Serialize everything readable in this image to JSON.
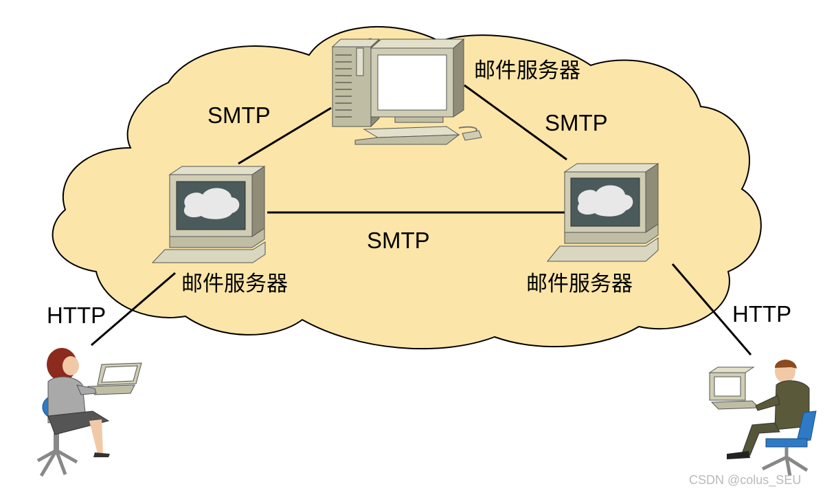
{
  "labels": {
    "mail_server_top": "邮件服务器",
    "mail_server_left": "邮件服务器",
    "mail_server_right": "邮件服务器",
    "smtp_left": "SMTP",
    "smtp_right": "SMTP",
    "smtp_middle": "SMTP",
    "http_left": "HTTP",
    "http_right": "HTTP"
  },
  "watermark": "CSDN @colus_SEU",
  "colors": {
    "cloud_fill": "#fbe5a8",
    "cloud_stroke": "#000000",
    "computer_body": "#cfcdb4",
    "computer_shadow": "#8f8d78",
    "screen_dark": "#4b5a5a",
    "screen_light": "#ffffff",
    "screen_cloud": "#e8e8e8",
    "link_line": "#000000"
  }
}
